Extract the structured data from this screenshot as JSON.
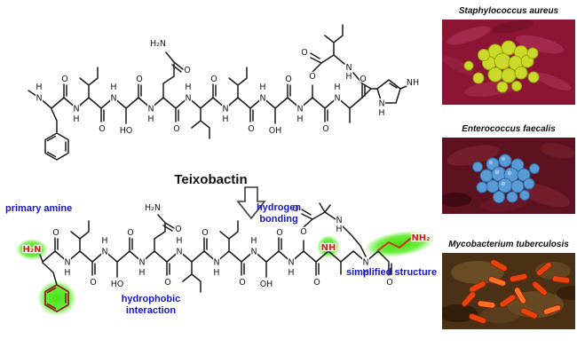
{
  "figure": {
    "compound_title": "Teixobactin",
    "annotations": {
      "primary_amine": "primary amine",
      "hydrogen_bonding": "hydrogen\nbonding",
      "hydrophobic_interaction": "hydrophobic\ninteraction",
      "simplified_structure": "simplified structure"
    },
    "atoms": {
      "O": "O",
      "N": "N",
      "H": "H",
      "HO": "HO",
      "OH": "OH",
      "H2N": "H₂N",
      "NH2": "NH₂",
      "NH": "NH"
    },
    "micrographs": [
      {
        "label": "Staphylococcus aureus"
      },
      {
        "label": "Enterococcus faecalis"
      },
      {
        "label": "Mycobacterium tuberculosis"
      }
    ],
    "colors": {
      "annotation_text": "#1414cc",
      "highlight_green": "#3ddc06",
      "red_group": "#d42310"
    }
  }
}
